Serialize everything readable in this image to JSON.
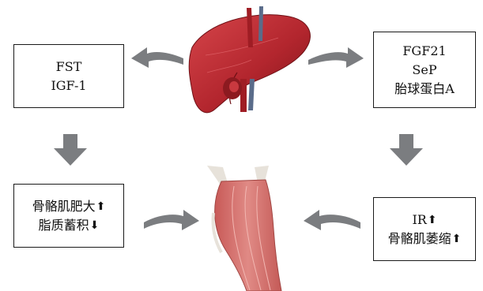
{
  "boxes": {
    "top_left": {
      "lines": [
        "FST",
        "IGF-1"
      ]
    },
    "top_right": {
      "lines": [
        "FGF21",
        "SeP",
        "胎球蛋白A"
      ]
    },
    "bottom_left": {
      "lines": [
        {
          "text": "骨骼肌肥大",
          "arrow": "up",
          "arrow_glyph": "⬆"
        },
        {
          "text": "脂质蓄积",
          "arrow": "down",
          "arrow_glyph": "⬇"
        }
      ]
    },
    "bottom_right": {
      "lines": [
        {
          "text": "IR",
          "arrow": "up",
          "arrow_glyph": "⬆"
        },
        {
          "text": "骨骼肌萎缩",
          "arrow": "up",
          "arrow_glyph": "⬆"
        }
      ]
    }
  },
  "colors": {
    "arrow_gray": "#7b7d80",
    "liver": "#b3262e",
    "liver_dark": "#7d1419",
    "muscle": "#d9706c",
    "tendon": "#e7e2da"
  },
  "icons": [
    "liver-illustration",
    "muscle-illustration",
    "curved-arrow",
    "down-arrow"
  ]
}
